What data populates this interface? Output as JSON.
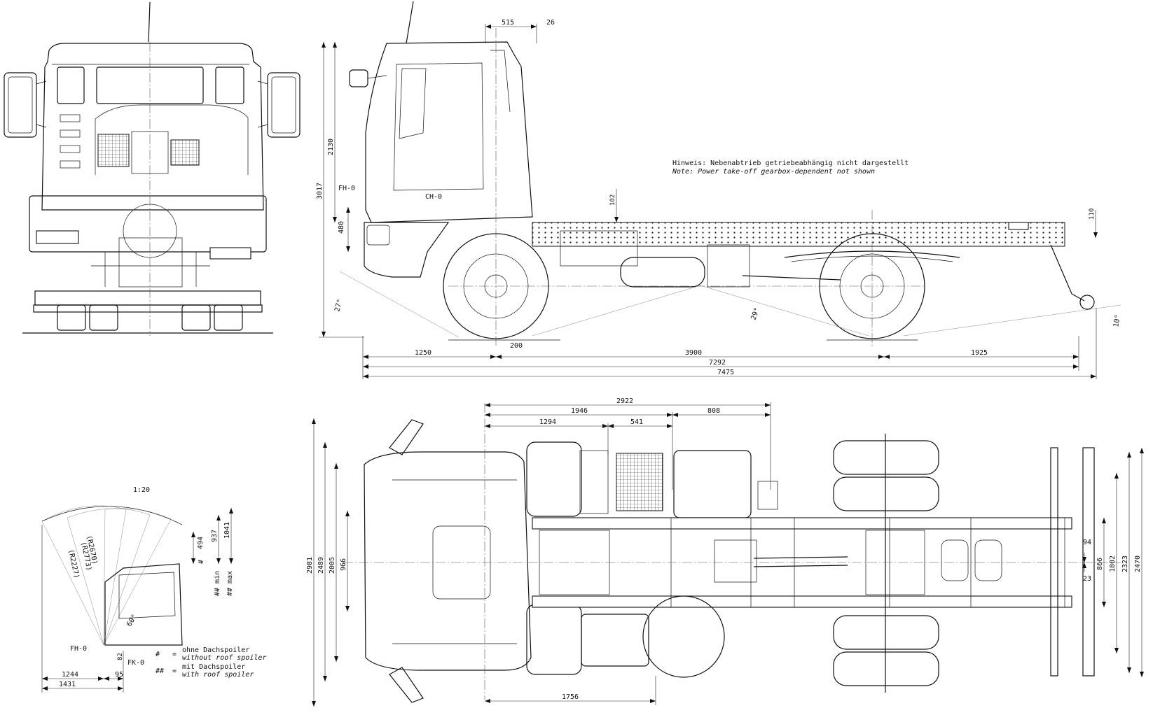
{
  "scale": "1:20",
  "note": {
    "de": "Hinweis: Nebenabtrieb getriebeabhängig nicht dargestellt",
    "en": "Note: Power take-off gearbox-dependent not shown"
  },
  "legend": {
    "sym1": "#",
    "eq1": "=",
    "de1": "ohne Dachspoiler",
    "en1": "without roof spoiler",
    "sym2": "##",
    "eq2": "=",
    "de2": "mit Dachspoiler",
    "en2": "with roof spoiler"
  },
  "side_view": {
    "ref_fh": "FH-0",
    "ref_ch": "CH-0",
    "dims": {
      "d515": "515",
      "d26": "26",
      "d2130": "2130",
      "d3017": "3017",
      "d480": "480",
      "d102": "102",
      "d110": "110",
      "d1250": "1250",
      "d200": "200",
      "d3900": "3900",
      "d1925": "1925",
      "d7292": "7292",
      "d7475": "7475"
    },
    "angles": {
      "a27": "27°",
      "a29": "29°",
      "a10": "10°"
    }
  },
  "top_view": {
    "dims": {
      "d2922": "2922",
      "d1946": "1946",
      "d808": "808",
      "d1294": "1294",
      "d541": "541",
      "d2981": "2981",
      "d2489": "2489",
      "d2005": "2005",
      "d966": "966",
      "d94": "94",
      "d23": "23",
      "d866": "866",
      "d1802": "1802",
      "d2323": "2323",
      "d2470": "2470",
      "d1756": "1756"
    }
  },
  "cab_detail": {
    "radii": {
      "r1": "(R2773)",
      "r2": "(R2670)",
      "r3": "(R2227)"
    },
    "dims": {
      "d494": "494",
      "d937": "937",
      "d1041": "1041",
      "d60": "60°",
      "d82": "82",
      "d95": "95",
      "d1244": "1244",
      "d1431": "1431"
    },
    "marks": {
      "m1": "#",
      "m2": "## min",
      "m3": "## max"
    },
    "refs": {
      "fh": "FH-0",
      "fk": "FK-0"
    }
  }
}
